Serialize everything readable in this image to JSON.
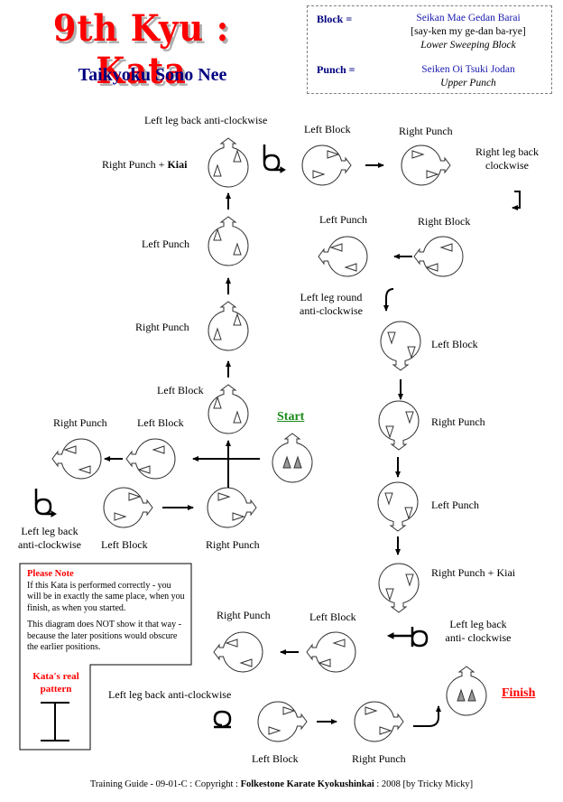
{
  "header": {
    "title": "9th Kyu  :  Kata",
    "subtitle": "Taikyoku Sono Nee"
  },
  "legend": {
    "block_term": "Block  =",
    "block_name": "Seikan Mae Gedan Barai",
    "block_pronunciation": "[say-ken my ge-dan ba-rye]",
    "block_translation": "Lower  Sweeping  Block",
    "punch_term": "Punch  =",
    "punch_name": "Seiken Oi Tsuki Jodan",
    "punch_translation": "Upper Punch"
  },
  "markers": {
    "start": "Start",
    "finish": "Finish",
    "start_color": "#1a8a1a",
    "finish_color": "#ff0000"
  },
  "labels": {
    "top_turn": "Left leg back anti-clockwise",
    "kiai_punch_prefix": "Right Punch + ",
    "kiai_word": "Kiai",
    "left_punch_1": "Left Punch",
    "right_punch_1": "Right Punch",
    "left_block_up": "Left Block",
    "top_left_block": "Left Block",
    "top_right_punch": "Right Punch",
    "right_leg_back_1": "Right leg back",
    "right_leg_back_2": "clockwise",
    "left_punch_r": "Left Punch",
    "right_block_r": "Right Block",
    "leg_round_1": "Left leg round",
    "leg_round_2": "anti-clockwise",
    "down_left_block": "Left Block",
    "down_right_punch": "Right Punch",
    "down_left_punch": "Left Punch",
    "down_kiai": "Right Punch + Kiai",
    "right_turn_1": "Left leg back",
    "right_turn_2": "anti- clockwise",
    "west_right_punch": "Right Punch",
    "west_left_block": "Left Block",
    "left_turn_1": "Left leg back",
    "left_turn_2": "anti-clockwise",
    "east_left_block": "Left Block",
    "east_right_punch": "Right Punch",
    "low_west_right_punch": "Right Punch",
    "low_west_left_block": "Left Block",
    "bottom_turn": "Left leg back anti-clockwise",
    "bottom_left_block": "Left Block",
    "bottom_right_punch": "Right Punch"
  },
  "note": {
    "title": "Please Note",
    "para1": "If this Kata is performed correctly - you will be in exactly the same place, when you finish, as when you started.",
    "para2": "This diagram does NOT show it that way - because the later positions would obscure the earlier positions.",
    "pattern_label_1": "Kata's real",
    "pattern_label_2": "pattern",
    "pattern_icon": "I-shape-pattern-icon"
  },
  "footer": {
    "prefix": "Training Guide  -  09-01-C   :   Copyright : ",
    "club": "Folkestone Karate Kyokushinkai",
    "suffix": "  :   2008 [by Tricky Micky]"
  },
  "stances": [
    {
      "id": "start",
      "facing": "up",
      "feet": "ready",
      "label": "Start"
    },
    {
      "id": "s1",
      "facing": "west",
      "feet": "block",
      "label": "Left Block"
    },
    {
      "id": "s2",
      "facing": "west",
      "feet": "punch",
      "label": "Right Punch"
    },
    {
      "id": "s3",
      "facing": "east",
      "feet": "block",
      "label": "Left Block"
    },
    {
      "id": "s4",
      "facing": "east",
      "feet": "punch",
      "label": "Right Punch"
    },
    {
      "id": "s5",
      "facing": "north",
      "feet": "block",
      "label": "Left Block"
    },
    {
      "id": "s6",
      "facing": "north",
      "feet": "punch",
      "label": "Right Punch"
    },
    {
      "id": "s7",
      "facing": "north",
      "feet": "block",
      "label": "Left Punch"
    },
    {
      "id": "s8",
      "facing": "north",
      "feet": "punch",
      "label": "Right Punch + Kiai"
    },
    {
      "id": "s9",
      "facing": "east",
      "feet": "block",
      "label": "Left Block"
    },
    {
      "id": "s10",
      "facing": "east",
      "feet": "punch",
      "label": "Right Punch"
    },
    {
      "id": "s11",
      "facing": "west",
      "feet": "block",
      "label": "Right Block"
    },
    {
      "id": "s12",
      "facing": "west",
      "feet": "punch",
      "label": "Left Punch"
    },
    {
      "id": "s13",
      "facing": "south",
      "feet": "block",
      "label": "Left Block"
    },
    {
      "id": "s14",
      "facing": "south",
      "feet": "punch",
      "label": "Right Punch"
    },
    {
      "id": "s15",
      "facing": "south",
      "feet": "block",
      "label": "Left Punch"
    },
    {
      "id": "s16",
      "facing": "south",
      "feet": "punch",
      "label": "Right Punch + Kiai"
    },
    {
      "id": "s17",
      "facing": "west",
      "feet": "block",
      "label": "Left Block"
    },
    {
      "id": "s18",
      "facing": "west",
      "feet": "punch",
      "label": "Right Punch"
    },
    {
      "id": "s19",
      "facing": "east",
      "feet": "block",
      "label": "Left Block"
    },
    {
      "id": "s20",
      "facing": "east",
      "feet": "punch",
      "label": "Right Punch"
    },
    {
      "id": "finish",
      "facing": "up",
      "feet": "ready",
      "label": "Finish"
    }
  ]
}
